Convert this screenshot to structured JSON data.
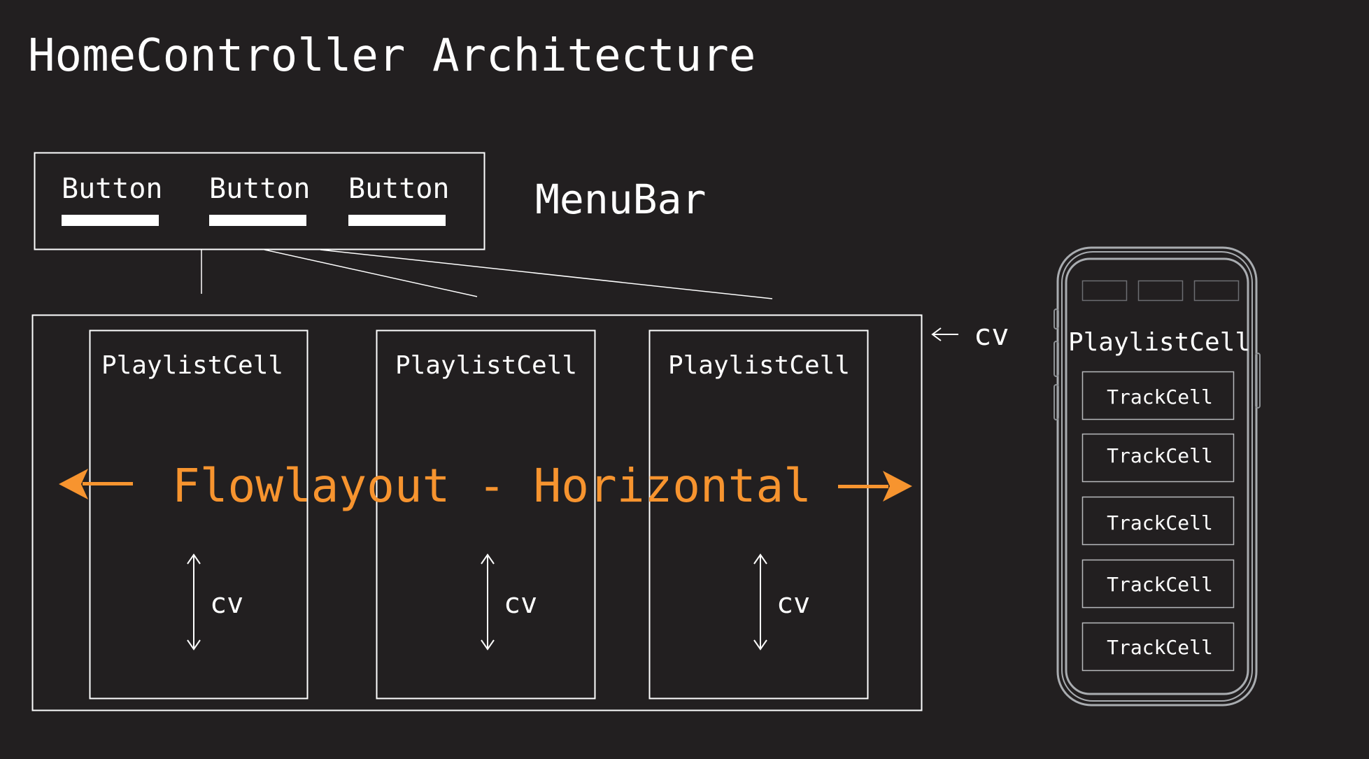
{
  "title": "HomeController Architecture",
  "menubar": {
    "label": "MenuBar",
    "buttons": [
      "Button",
      "Button",
      "Button"
    ]
  },
  "collection": {
    "label": "cv",
    "flow_label": "Flowlayout - Horizontal",
    "cells": [
      {
        "label": "PlaylistCell",
        "cv_label": "cv"
      },
      {
        "label": "PlaylistCell",
        "cv_label": "cv"
      },
      {
        "label": "PlaylistCell",
        "cv_label": "cv"
      }
    ]
  },
  "phone": {
    "playlist_label": "PlaylistCell",
    "tracks": [
      "TrackCell",
      "TrackCell",
      "TrackCell",
      "TrackCell",
      "TrackCell"
    ]
  },
  "colors": {
    "background": "#221f20",
    "foreground": "#ffffff",
    "accent": "#f7942f",
    "phone_outline": "#a9acb0"
  }
}
